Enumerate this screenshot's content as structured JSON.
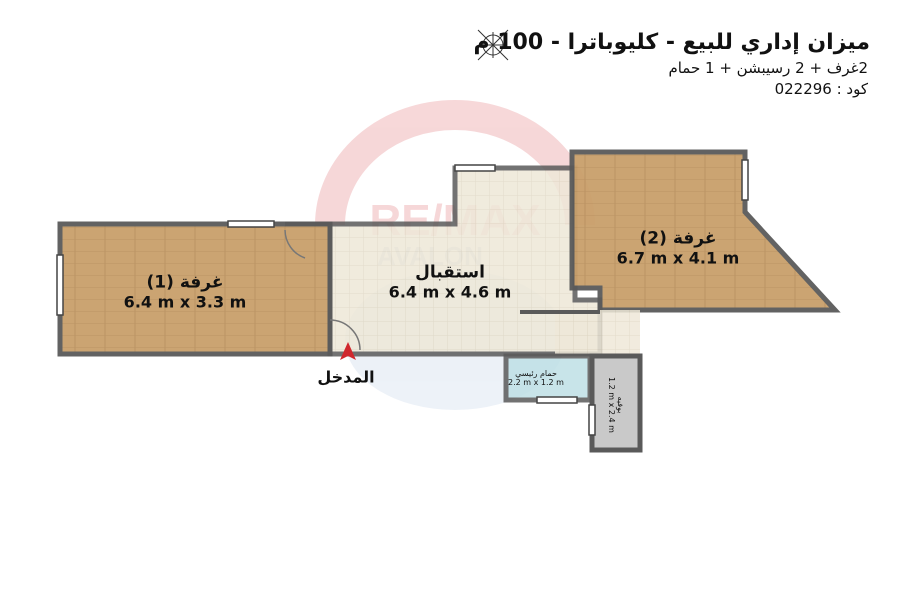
{
  "header": {
    "title": "ميزان إداري للبيع - كليوباترا - 100 م",
    "subtitle": "2غرف + 2 رسيبشن + 1 حمام",
    "code": "كود : 022296",
    "compass_icon": "compass-rose-icon"
  },
  "watermark": {
    "line1": "RE/MAX",
    "line2": "AVALON"
  },
  "rooms": [
    {
      "name": "غرفة (1)",
      "dims": "6.4 m x 3.3 m"
    },
    {
      "name": "استقبال",
      "dims": "6.4 m x 4.6 m"
    },
    {
      "name": "غرفة (2)",
      "dims": "6.7 m x 4.1 m"
    },
    {
      "name": "حمام رئيسي",
      "dims": "2.2 m x 1.2 m"
    },
    {
      "name": "بوفيه",
      "dims": "1.2 m x 2.4 m"
    }
  ],
  "entrance": {
    "label": "المدخل",
    "color": "#d0282e"
  },
  "colors": {
    "wood": "#c9a06b",
    "tile": "#ece6d6",
    "bath": "#bfe0e6",
    "buffet": "#c9c9c9",
    "wall": "#5a5a5a"
  }
}
